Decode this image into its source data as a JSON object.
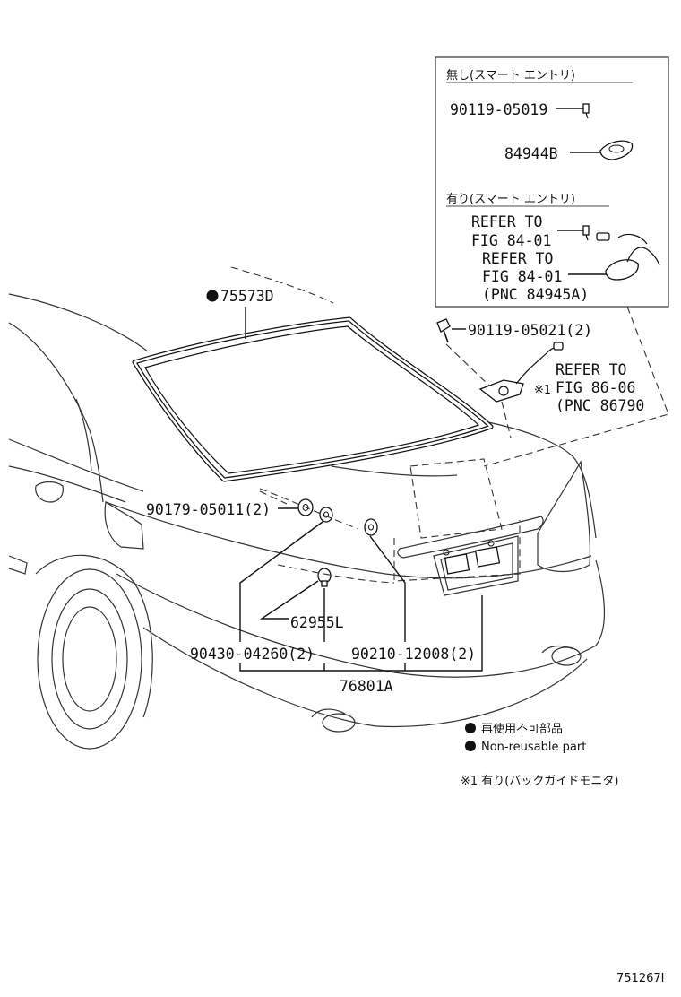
{
  "inset": {
    "section_without": "無し(スマート エントリ)",
    "section_with": "有り(スマート エントリ)",
    "part_90119_05019": "90119-05019",
    "part_84944b": "84944B",
    "refer_a_line1": "REFER TO",
    "refer_a_line2": "FIG 84-01",
    "refer_b_line1": "REFER TO",
    "refer_b_line2": "FIG 84-01",
    "refer_b_line3": "(PNC 84945A)"
  },
  "callouts": {
    "part_75573d": "75573D",
    "part_90119_05021": "90119-05021(2)",
    "refer_c_line1": "REFER TO",
    "refer_c_line2": "FIG 86-06",
    "refer_c_line3": "(PNC 86790",
    "note_mark_1": "※1",
    "part_90179_05011": "90179-05011(2)",
    "part_62955l": "62955L",
    "part_90430_04260": "90430-04260(2)",
    "part_90210_12008": "90210-12008(2)",
    "part_76801a": "76801A"
  },
  "legend": {
    "non_reusable_jp": "再使用不可部品",
    "non_reusable_en": "Non-reusable part",
    "footnote": "※1 有り(バックガイドモニタ)"
  },
  "figure_id": "751267I"
}
